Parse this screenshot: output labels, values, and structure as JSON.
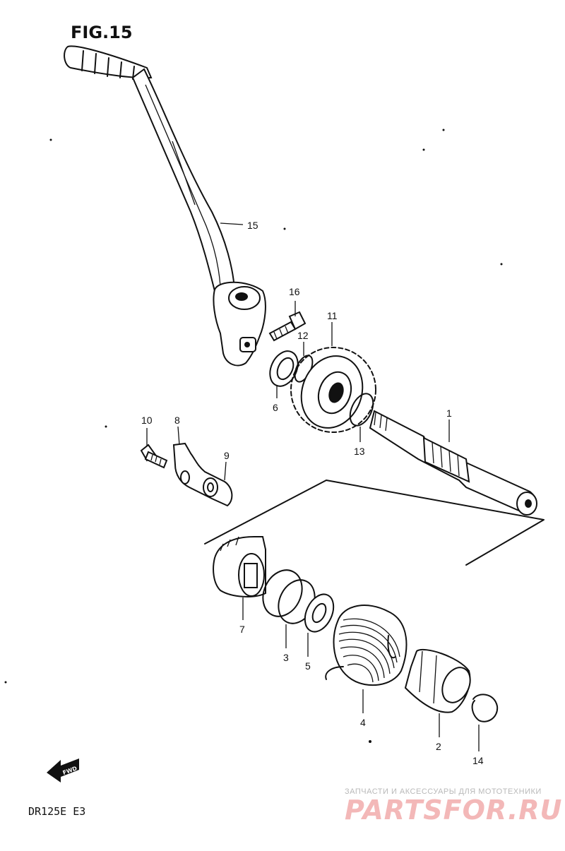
{
  "figure": {
    "title": "FIG.15",
    "model_code": "DR125E E3",
    "forward_marker": "FWD"
  },
  "callouts": [
    {
      "id": "15",
      "label": "15"
    },
    {
      "id": "16",
      "label": "16"
    },
    {
      "id": "11",
      "label": "11"
    },
    {
      "id": "12",
      "label": "12"
    },
    {
      "id": "6",
      "label": "6"
    },
    {
      "id": "1",
      "label": "1"
    },
    {
      "id": "13",
      "label": "13"
    },
    {
      "id": "10",
      "label": "10"
    },
    {
      "id": "8",
      "label": "8"
    },
    {
      "id": "9",
      "label": "9"
    },
    {
      "id": "7",
      "label": "7"
    },
    {
      "id": "3",
      "label": "3"
    },
    {
      "id": "5",
      "label": "5"
    },
    {
      "id": "4",
      "label": "4"
    },
    {
      "id": "2",
      "label": "2"
    },
    {
      "id": "14",
      "label": "14"
    }
  ],
  "watermark": {
    "caption": "ЗАПЧАСТИ И АКСЕССУАРЫ ДЛЯ МОТОТЕХНИКИ",
    "brand": "PARTSFOR.RU",
    "color": "#f3b8b8"
  }
}
